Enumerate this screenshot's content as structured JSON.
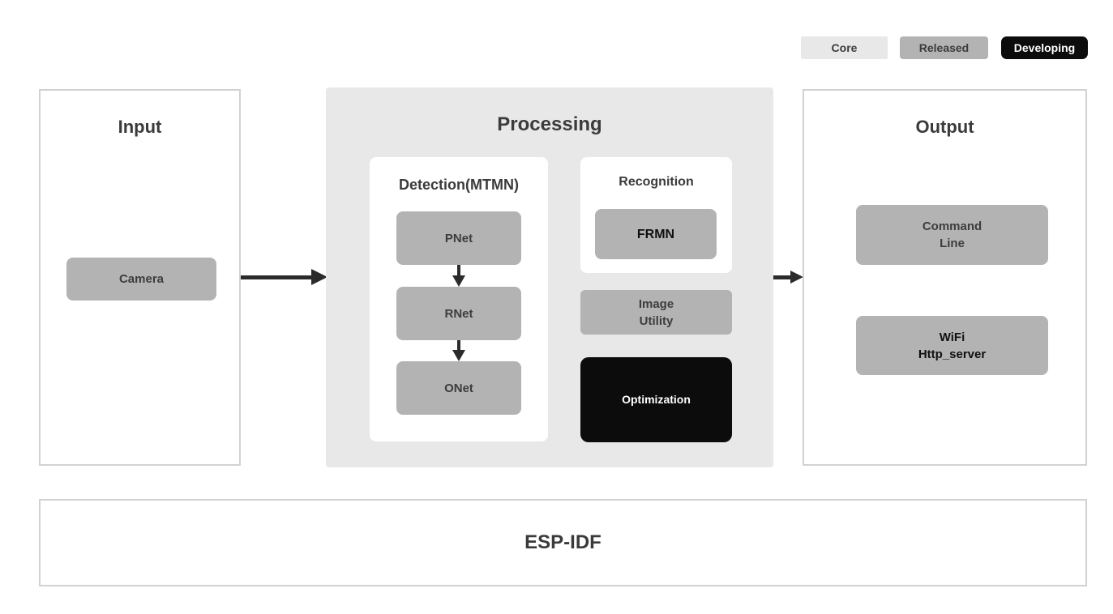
{
  "legend": {
    "core": "Core",
    "released": "Released",
    "developing": "Developing"
  },
  "input": {
    "title": "Input",
    "camera": "Camera"
  },
  "processing": {
    "title": "Processing",
    "detection": {
      "title": "Detection(MTMN)",
      "pnet": "PNet",
      "rnet": "RNet",
      "onet": "ONet"
    },
    "recognition": {
      "title": "Recognition",
      "frmn": "FRMN"
    },
    "image_utility": {
      "line1": "Image",
      "line2": "Utility"
    },
    "optimization": "Optimization"
  },
  "output": {
    "title": "Output",
    "command_line": {
      "line1": "Command",
      "line2": "Line"
    },
    "wifi": {
      "line1": "WiFi",
      "line2": "Http_server"
    }
  },
  "foundation": {
    "title": "ESP-IDF"
  },
  "colors": {
    "core_bg": "#e8e8e8",
    "released_bg": "#b3b3b3",
    "developing_bg": "#0c0c0c",
    "module_gray": "#b3b3b3",
    "panel_gray": "#e8e8e8",
    "optimization_black": "#0c0c0c"
  }
}
